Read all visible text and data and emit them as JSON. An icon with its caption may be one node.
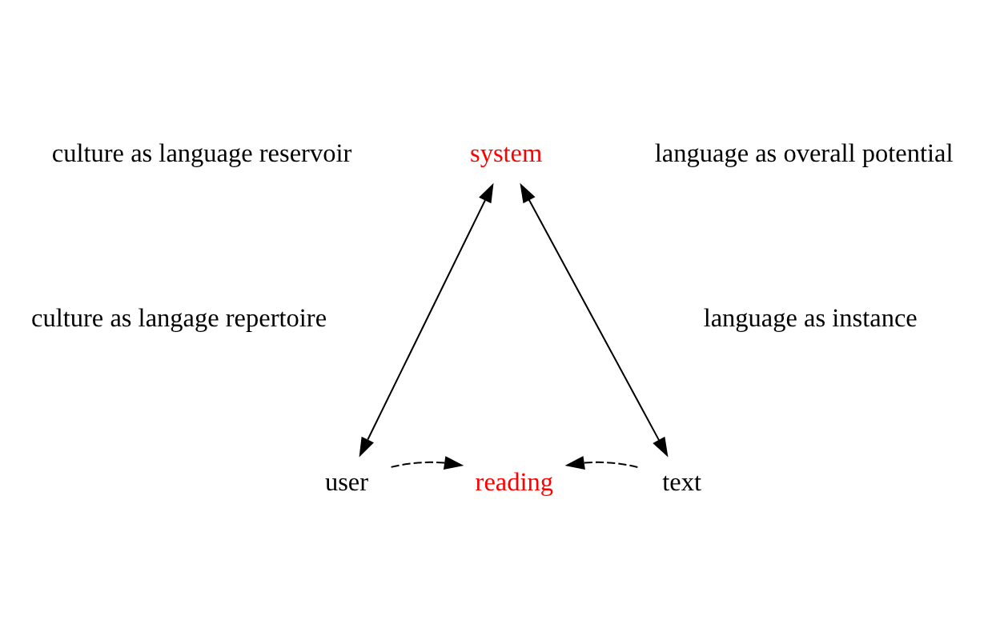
{
  "diagram": {
    "nodes": [
      {
        "text": [
          "system"
        ]
      },
      {
        "text": [
          "user"
        ]
      },
      {
        "text": [
          "text"
        ]
      },
      {
        "text": [
          "reading"
        ]
      }
    ],
    "edges": [
      {
        "from": 1,
        "to": 0,
        "arrow": "both"
      },
      {
        "from": 2,
        "to": 0,
        "arrow": "both"
      },
      {
        "from": 1,
        "to": 3,
        "arrow": "to",
        "style": "dashed"
      },
      {
        "from": 2,
        "to": 3,
        "arrow": "to",
        "style": "dashed"
      }
    ],
    "labels": [
      "culture as language reservoir",
      "language as overall potential",
      "culture as langage repertoire",
      "language as instance"
    ]
  }
}
